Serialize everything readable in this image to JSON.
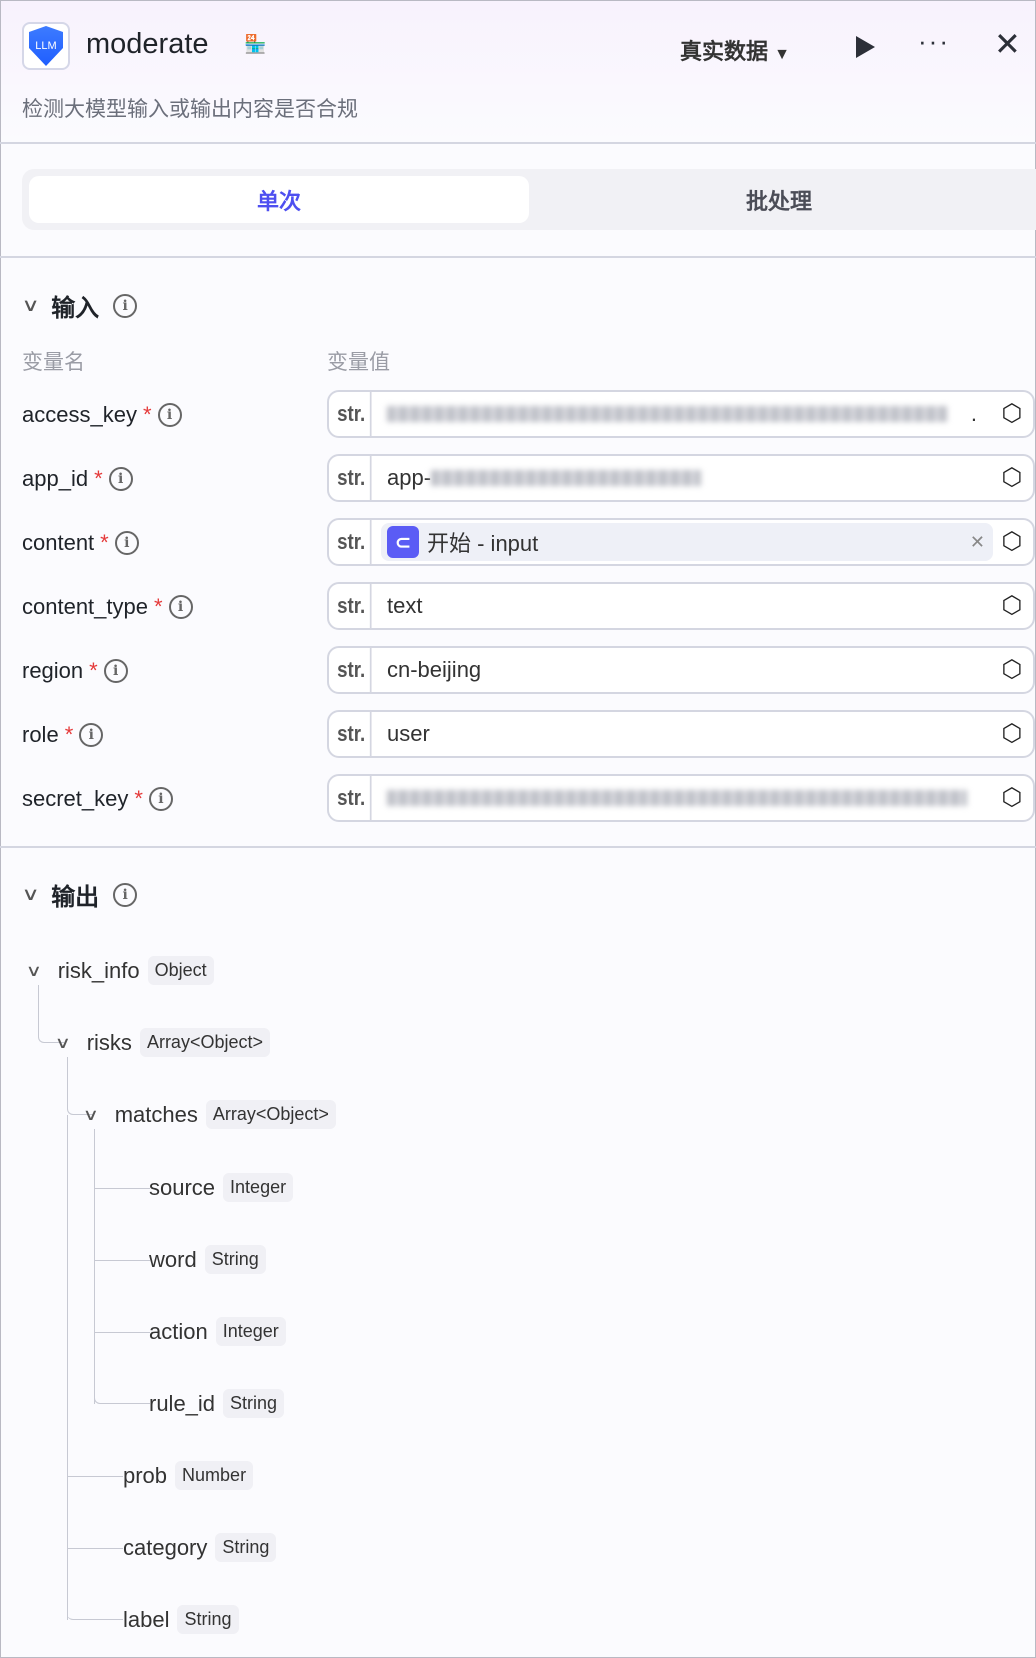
{
  "header": {
    "icon_label": "LLM",
    "title": "moderate",
    "mode": "真实数据",
    "description": "检测大模型输入或输出内容是否合规"
  },
  "tabs": [
    {
      "label": "单次"
    },
    {
      "label": "批处理"
    }
  ],
  "input": {
    "title": "输入",
    "col_name": "变量名",
    "col_value": "变量值",
    "type_tag": "str.",
    "rows": [
      {
        "name": "access_key",
        "value": "",
        "ellipsis": "."
      },
      {
        "name": "app_id",
        "value": "app-"
      },
      {
        "name": "content",
        "ref_value": "开始 - input"
      },
      {
        "name": "content_type",
        "value": "text"
      },
      {
        "name": "region",
        "value": "cn-beijing"
      },
      {
        "name": "role",
        "value": "user"
      },
      {
        "name": "secret_key",
        "value": ""
      }
    ]
  },
  "output": {
    "title": "输出",
    "tree": [
      {
        "name": "risk_info",
        "type": "Object"
      },
      {
        "name": "risks",
        "type": "Array<Object>"
      },
      {
        "name": "matches",
        "type": "Array<Object>"
      },
      {
        "name": "source",
        "type": "Integer"
      },
      {
        "name": "word",
        "type": "String"
      },
      {
        "name": "action",
        "type": "Integer"
      },
      {
        "name": "rule_id",
        "type": "String"
      },
      {
        "name": "prob",
        "type": "Number"
      },
      {
        "name": "category",
        "type": "String"
      },
      {
        "name": "label",
        "type": "String"
      }
    ]
  }
}
